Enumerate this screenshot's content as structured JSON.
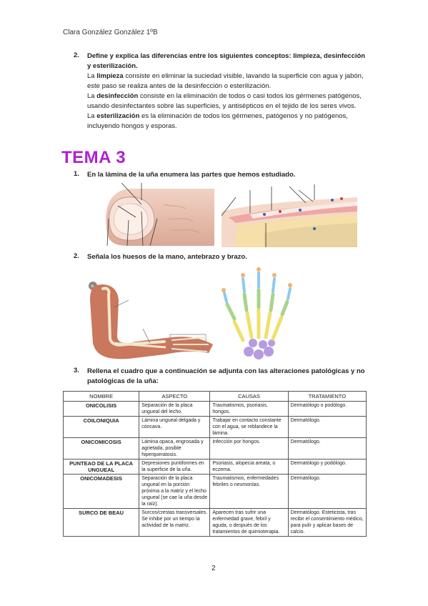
{
  "header": {
    "author": "Clara González González 1ºB"
  },
  "q2": {
    "num": "2.",
    "title": "Define y explica las diferencias entre los siguientes conceptos: limpieza, desinfección y esterilización.",
    "p1_pre": "La ",
    "p1_term": "limpieza",
    "p1_rest": " consiste en eliminar la suciedad visible, lavando la superficie con agua y jabón, este paso se realiza antes de la desinfección o esterilización.",
    "p2_pre": "La ",
    "p2_term": "desinfección",
    "p2_rest": " consiste en la eliminación de todos o casi todos los gérmenes patógenos, usando desinfectantes sobre las superficies, y antisépticos en el tejido de los seres vivos.",
    "p3_pre": "La ",
    "p3_term": "esterilización",
    "p3_rest": " es la eliminación de todos los gérmenes, patógenos y no patógenos, incluyendo hongos y esporas."
  },
  "tema": {
    "title": "TEMA 3"
  },
  "t_q1": {
    "num": "1.",
    "text": "En la lámina de la uña enumera las partes que hemos estudiado."
  },
  "t_q2": {
    "num": "2.",
    "text": "Señala los huesos de la mano, antebrazo y brazo."
  },
  "t_q3": {
    "num": "3.",
    "text": "Rellena el cuadro que a continuación se adjunta con las alteraciones patológicas y no patológicas de la uña:"
  },
  "table": {
    "headers": [
      "NOMBRE",
      "ASPECTO",
      "CAUSAS",
      "TRATAMIENTO"
    ],
    "rows": [
      {
        "nombre": "ONICOLISIS",
        "aspecto": "Separación de la placa ungueal del lecho.",
        "causas": "Traumatismos, psoriasis, hongos.",
        "tratamiento": "Dermatólogo o podólogo."
      },
      {
        "nombre": "COILONIQUIA",
        "aspecto": "Lámina ungueal delgada y cóncava.",
        "causas": "Trabajar en contacto constante con el agua, se reblandece la lámina.",
        "tratamiento": "Dermatólogo."
      },
      {
        "nombre": "ONICOMICOSIS",
        "aspecto": "Lámina opaca, engrosada y agrietada, posible hiperqueratosis.",
        "causas": "Infección por hongos.",
        "tratamiento": "Dermatólogo."
      },
      {
        "nombre": "PUNTEAO DE LA PLACA UNGUEAL",
        "aspecto": "Depresiones puntiformes en la superficie de la uña.",
        "causas": "Psoriasis, alopecia areata, o eczema.",
        "tratamiento": "Dermatólogo y podólogo."
      },
      {
        "nombre": "ONICOMADESIS",
        "aspecto": "Separación de la placa ungueal en la porción próxima a la matriz y el lecho ungueal (se cae la uña desde la raíz).",
        "causas": "Traumatismos, enfermedades febriles o neumonías.",
        "tratamiento": "Dermatólogo."
      },
      {
        "nombre": "SURCO DE BEAU",
        "aspecto": "Surcos/crestas transversales. Se inhibe por un tiempo la actividad de la matriz.",
        "causas": "Aparecen tras sufrir una enfermedad grave, febril y aguda, o después de los tratamientos de quimioterapia.",
        "tratamiento": "Dermatólogo. Esteticista, tras recibir el consentimiento médico, para pulir y aplicar bases de calcio."
      }
    ]
  },
  "page": {
    "number": "2"
  },
  "colors": {
    "tema": "#b11fd1",
    "skin": "#e9b9a3",
    "bone": "#f2e6cc"
  }
}
